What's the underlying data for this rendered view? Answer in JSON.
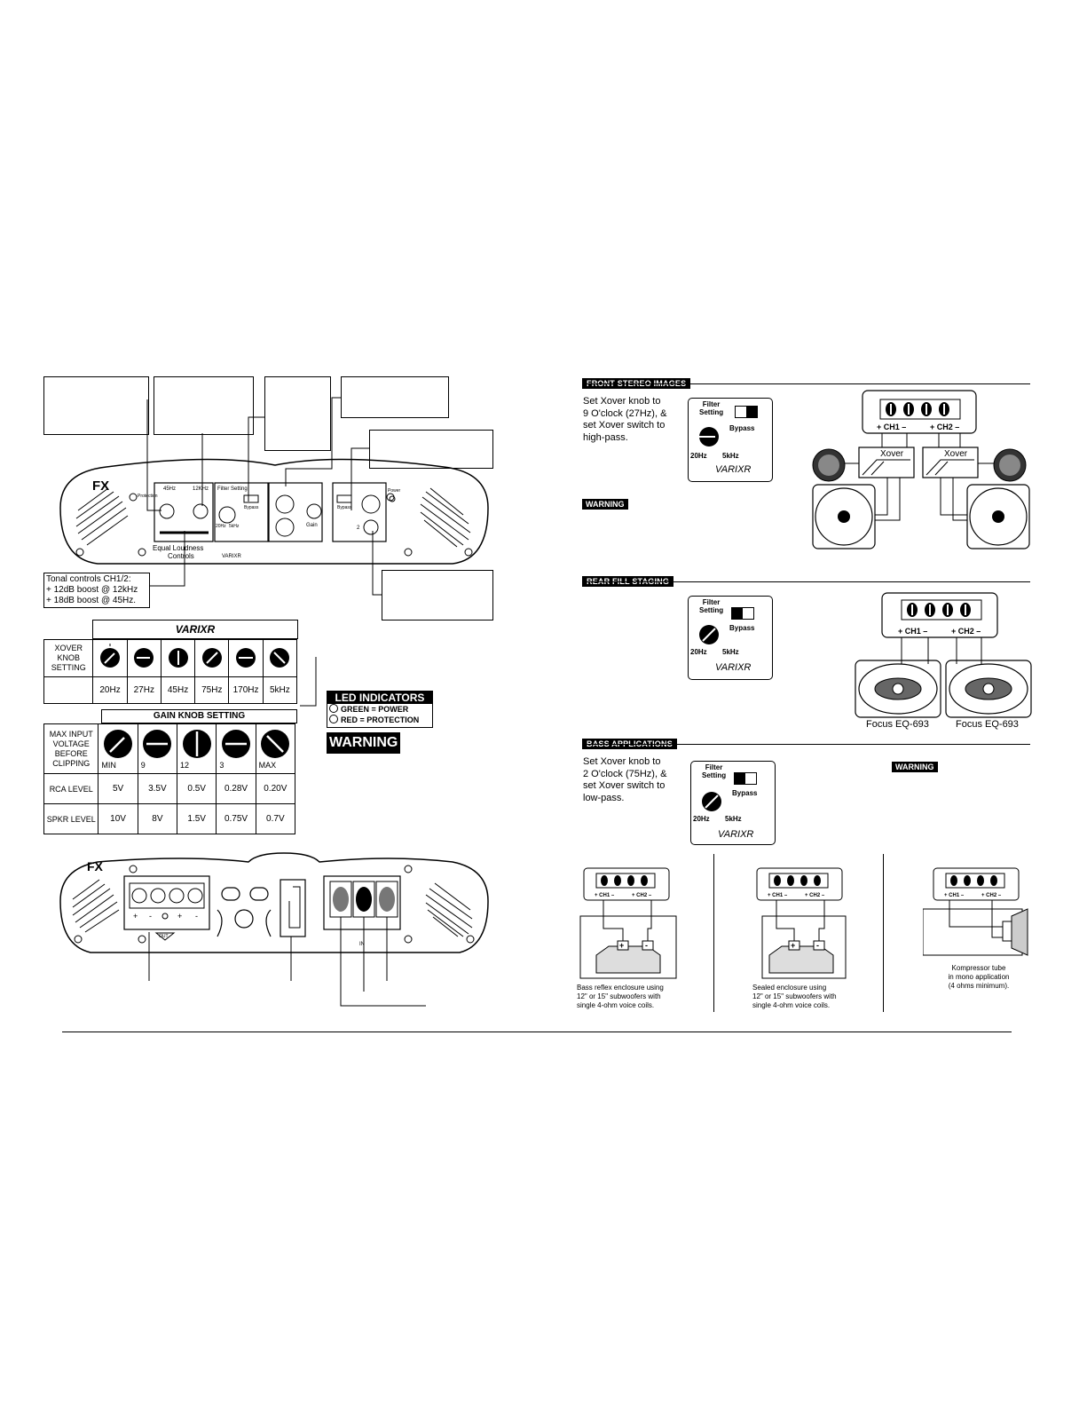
{
  "left": {
    "tonal_note": [
      "Tonal controls CH1/2:",
      "+ 12dB boost @ 12kHz",
      "+ 18dB boost @ 45Hz."
    ],
    "panel_labels": {
      "brand": "FX",
      "protection": "Protection",
      "hz45": "45Hz",
      "khz12": "12KHz",
      "filter_setting": "Filter Setting",
      "bypass": "Bypass",
      "f20hz": "20Hz",
      "f5khz": "5kHz",
      "equal_loudness": "Equal Loudness",
      "controls": "Controls",
      "varixr": "VARIXR",
      "gain": "Gain",
      "ch1": "1",
      "ch2": "2",
      "power": "Power",
      "bypass2": "Bypass"
    },
    "xover_table": {
      "title": "VARIXR",
      "row_label": [
        "XOVER",
        "KNOB",
        "SETTING"
      ],
      "freqs": [
        "20Hz",
        "27Hz",
        "45Hz",
        "75Hz",
        "170Hz",
        "5kHz"
      ]
    },
    "gain_table": {
      "title": "GAIN KNOB SETTING",
      "row_label": [
        "MAX INPUT",
        "VOLTAGE",
        "BEFORE",
        "CLIPPING"
      ],
      "positions": [
        "MIN",
        "9",
        "12",
        "3",
        "MAX"
      ],
      "rca_label": "RCA LEVEL",
      "rca": [
        "5V",
        "3.5V",
        "0.5V",
        "0.28V",
        "0.20V"
      ],
      "spkr_label": "SPKR LEVEL",
      "spkr": [
        "10V",
        "8V",
        "1.5V",
        "0.75V",
        "0.7V"
      ]
    },
    "led": {
      "title": "LED INDICATORS",
      "green": "GREEN = POWER",
      "red": "RED = PROTECTION"
    },
    "warning_big": "WARNING",
    "bottom_panel": {
      "plus": "+",
      "minus": "-",
      "out": "OUT",
      "in": "IN"
    }
  },
  "right": {
    "front": {
      "header": "FRONT STEREO IMAGES",
      "text": [
        "Set Xover knob to",
        "9 O'clock (27Hz), &",
        "set Xover switch to",
        "high-pass."
      ],
      "warning": "WARNING",
      "xover1": "Xover",
      "xover2": "Xover",
      "ch1": "+ CH1 –",
      "ch2": "+ CH2 –"
    },
    "rear": {
      "header": "REAR FILL STAGING",
      "ch1": "+ CH1 –",
      "ch2": "+ CH2 –",
      "spk1": "Focus EQ-693",
      "spk2": "Focus EQ-693"
    },
    "bass": {
      "header": "BASS APPLICATIONS",
      "text": [
        "Set Xover knob to",
        "2 O'clock (75Hz), &",
        "set Xover switch to",
        "low-pass."
      ],
      "warning": "WARNING",
      "cap1": [
        "Bass reflex enclosure using",
        "12\" or 15\" subwoofers with",
        "single 4-ohm voice coils."
      ],
      "cap2": [
        "Sealed enclosure using",
        "12\" or 15\" subwoofers with",
        "single 4-ohm voice coils."
      ],
      "cap3": [
        "Kompressor tube",
        "in mono application",
        "(4 ohms minimum)."
      ],
      "ch1": "+ CH1 –",
      "ch2": "+ CH2 –"
    },
    "filter_box": {
      "filter": "Filter",
      "setting": "Setting",
      "bypass": "Bypass",
      "f20hz": "20Hz",
      "f5khz": "5kHz",
      "vari": "VARIXR"
    }
  },
  "colors": {
    "ink": "#000000",
    "paper": "#ffffff",
    "grey": "#888888"
  }
}
